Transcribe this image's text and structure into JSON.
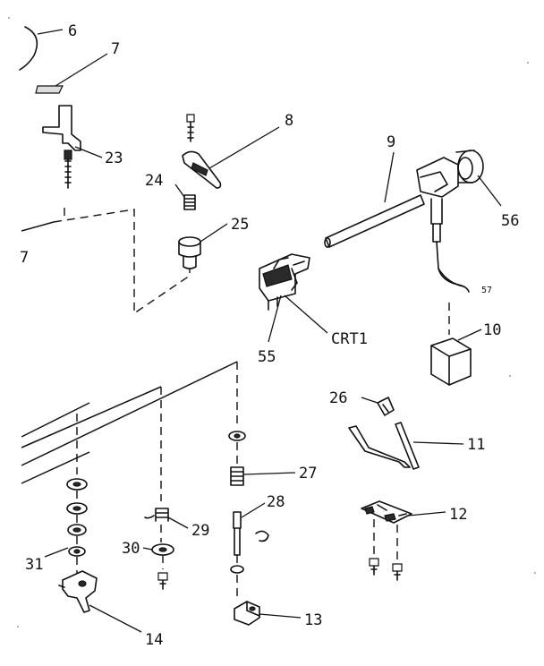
{
  "callouts": {
    "p6": "6",
    "p7": "7",
    "p7b": "7",
    "p8": "8",
    "p9": "9",
    "p10": "10",
    "p11": "11",
    "p12": "12",
    "p13": "13",
    "p14": "14",
    "p23": "23",
    "p24": "24",
    "p25": "25",
    "p26": "26",
    "p27": "27",
    "p28": "28",
    "p29": "29",
    "p30": "30",
    "p31": "31",
    "p55": "55",
    "p56": "56",
    "p57": "57",
    "crt1": "CRT1"
  }
}
